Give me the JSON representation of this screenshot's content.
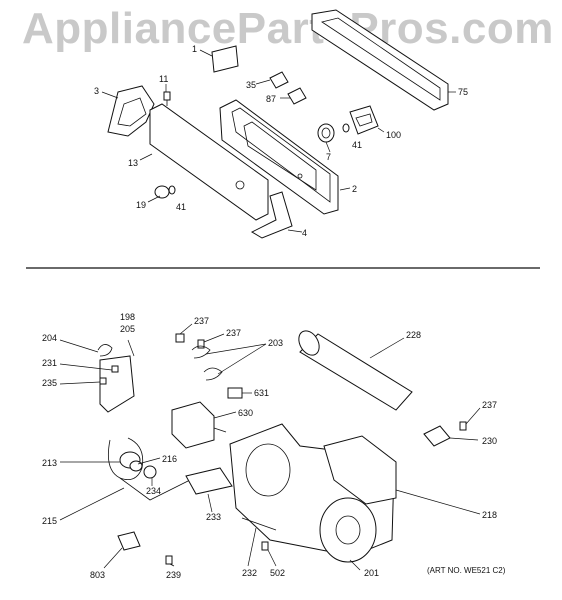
{
  "watermark": "AppliancePartsPros.com",
  "art_number": "(ART NO. WE521 C2)",
  "callouts": {
    "c1": "1",
    "c2": "2",
    "c3": "3",
    "c4": "4",
    "c7": "7",
    "c11": "11",
    "c13": "13",
    "c19": "19",
    "c35": "35",
    "c41a": "41",
    "c41b": "41",
    "c75": "75",
    "c87": "87",
    "c100": "100",
    "c198": "198",
    "c201": "201",
    "c203": "203",
    "c204": "204",
    "c205": "205",
    "c213": "213",
    "c215": "215",
    "c216": "216",
    "c218": "218",
    "c228": "228",
    "c230": "230",
    "c231": "231",
    "c232": "232",
    "c233": "233",
    "c234": "234",
    "c235": "235",
    "c237a": "237",
    "c237b": "237",
    "c237c": "237",
    "c239": "239",
    "c502": "502",
    "c630": "630",
    "c631": "631",
    "c803": "803"
  }
}
